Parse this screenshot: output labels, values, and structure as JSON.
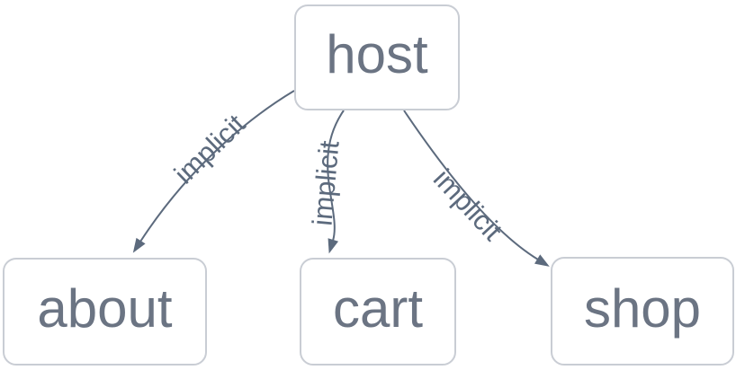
{
  "diagram": {
    "type": "graph",
    "direction": "top-down",
    "colors": {
      "background": "#ffffff",
      "node_fill": "#ffffff",
      "node_border": "#c9cdd4",
      "node_text": "#6b7483",
      "edge": "#5c6a7d"
    },
    "nodes": [
      {
        "id": "host",
        "label": "host"
      },
      {
        "id": "about",
        "label": "about"
      },
      {
        "id": "cart",
        "label": "cart"
      },
      {
        "id": "shop",
        "label": "shop"
      }
    ],
    "edges": [
      {
        "from": "host",
        "to": "about",
        "label": "implicit"
      },
      {
        "from": "host",
        "to": "cart",
        "label": "implicit"
      },
      {
        "from": "host",
        "to": "shop",
        "label": "implicit"
      }
    ]
  }
}
